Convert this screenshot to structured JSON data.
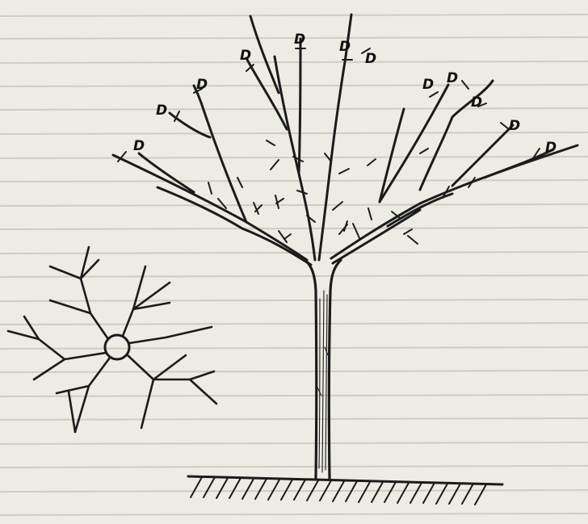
{
  "figure": {
    "paper_color": "#ecebe4",
    "ink_color": "#1b1b1b",
    "cut_marks": [
      {
        "label": "D"
      },
      {
        "label": "D"
      },
      {
        "label": "D"
      },
      {
        "label": "D"
      },
      {
        "label": "D"
      },
      {
        "label": "D"
      },
      {
        "label": "D"
      },
      {
        "label": "D"
      },
      {
        "label": "D"
      },
      {
        "label": "D"
      },
      {
        "label": "D"
      },
      {
        "label": "D"
      }
    ]
  }
}
